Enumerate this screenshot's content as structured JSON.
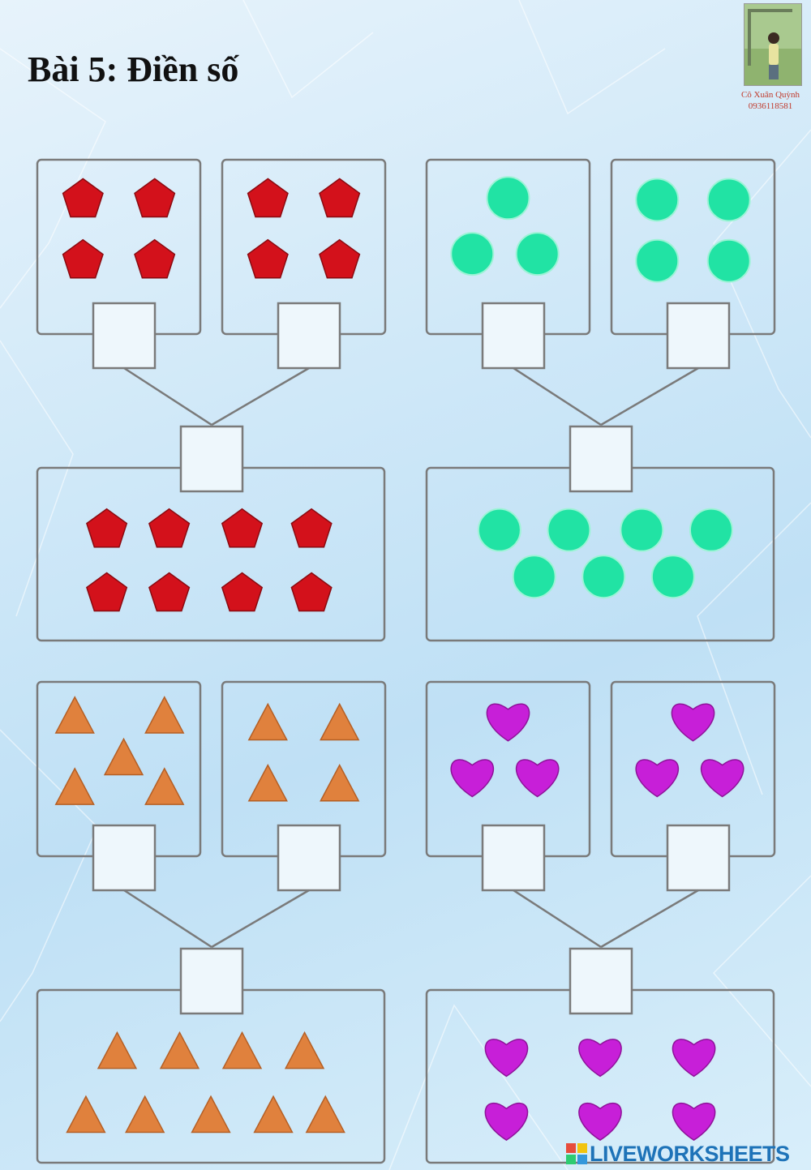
{
  "title": "Bài 5: Điền số",
  "author": {
    "name": "Cô Xuân Quỳnh",
    "phone": "0936118581"
  },
  "watermark": "LIVEWORKSHEETS",
  "colors": {
    "pentagon": "#d3111b",
    "circle": "#21e3a4",
    "triangle": "#e0813d",
    "heart": "#c71fd8",
    "box_stroke": "#7a7a7a",
    "watermark": "#1e73b8"
  },
  "exercises": [
    {
      "id": "pentagons",
      "shape": "pentagon",
      "left_count": 4,
      "right_count": 4,
      "total_count": 8,
      "left_answer": "",
      "right_answer": "",
      "total_answer": ""
    },
    {
      "id": "circles",
      "shape": "circle",
      "left_count": 3,
      "right_count": 4,
      "total_count": 7,
      "left_answer": "",
      "right_answer": "",
      "total_answer": ""
    },
    {
      "id": "triangles",
      "shape": "triangle",
      "left_count": 5,
      "right_count": 4,
      "total_count": 9,
      "left_answer": "",
      "right_answer": "",
      "total_answer": ""
    },
    {
      "id": "hearts",
      "shape": "heart",
      "left_count": 3,
      "right_count": 3,
      "total_count": 6,
      "left_answer": "",
      "right_answer": "",
      "total_answer": ""
    }
  ]
}
